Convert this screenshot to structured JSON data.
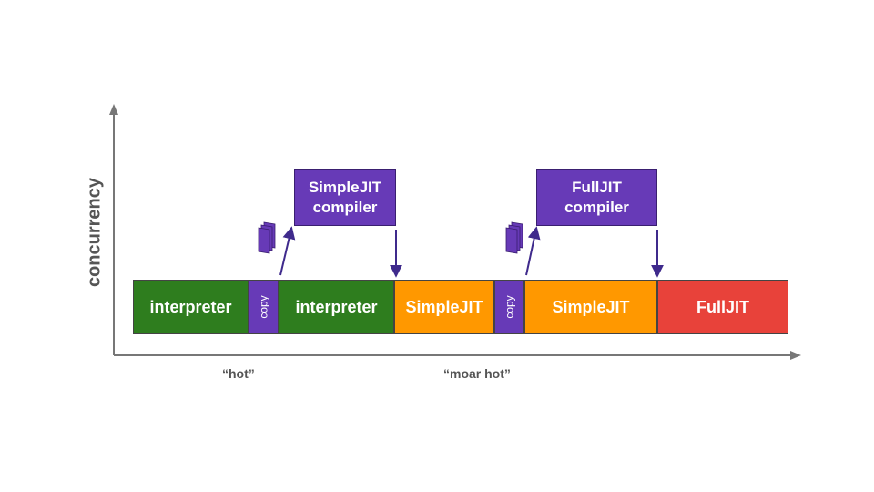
{
  "axes": {
    "y_label": "concurrency"
  },
  "timeline": [
    {
      "label": "interpreter",
      "color": "#2e7d1e",
      "kind": "stage"
    },
    {
      "label": "copy",
      "color": "#673ab7",
      "kind": "copy"
    },
    {
      "label": "interpreter",
      "color": "#2e7d1e",
      "kind": "stage"
    },
    {
      "label": "SimpleJIT",
      "color": "#ff9800",
      "kind": "stage"
    },
    {
      "label": "copy",
      "color": "#673ab7",
      "kind": "copy"
    },
    {
      "label": "SimpleJIT",
      "color": "#ff9800",
      "kind": "stage"
    },
    {
      "label": "FullJIT",
      "color": "#e8423a",
      "kind": "stage"
    }
  ],
  "compilers": [
    {
      "label": "SimpleJIT\ncompiler",
      "color": "#673ab7"
    },
    {
      "label": "FullJIT\ncompiler",
      "color": "#673ab7"
    }
  ],
  "annotations": [
    {
      "label": "“hot”"
    },
    {
      "label": "“moar hot”"
    }
  ],
  "colors": {
    "axis": "#777777",
    "arrow": "#3f2a8c",
    "icon": "#673ab7"
  }
}
